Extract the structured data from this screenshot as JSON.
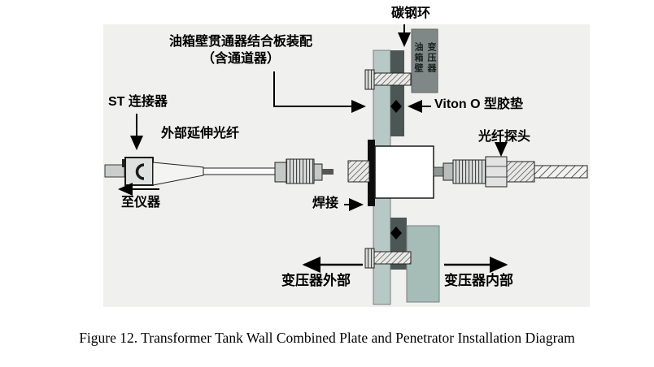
{
  "figure": {
    "caption": "Figure 12. Transformer Tank Wall Combined Plate and Penetrator Installation Diagram"
  },
  "labels": {
    "carbon_steel_ring": "碳钢环",
    "plate_assembly_line1": "油箱壁贯通器结合板装配",
    "plate_assembly_line2": "（含通道器）",
    "st_connector": "ST 连接器",
    "external_extension_fiber": "外部延伸光纤",
    "to_instrument": "至仪器",
    "weld": "焊接",
    "viton_o_ring": "Viton O 型胶垫",
    "fiber_probe": "光纤探头",
    "transformer_exterior": "变压器外部",
    "transformer_interior": "变压器内部",
    "tank_wall_vertical": "变压器油箱壁"
  },
  "colors": {
    "combined_plate": "#b7c9c4",
    "carbon_steel_ring": "#4c5654",
    "tank_wall_block": "#7f8886",
    "inner_teal_block": "#a6bdb7",
    "panel_background": "#f0f0ee",
    "line": "#000000"
  }
}
